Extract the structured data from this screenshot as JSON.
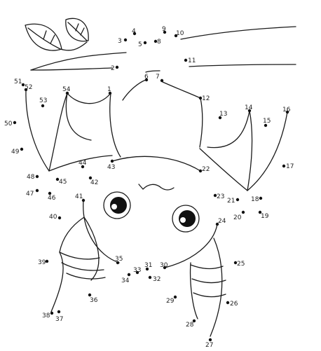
{
  "puzzle": {
    "dots": [
      {
        "n": "1"
      },
      {
        "n": "2"
      },
      {
        "n": "3"
      },
      {
        "n": "4"
      },
      {
        "n": "5"
      },
      {
        "n": "6"
      },
      {
        "n": "7"
      },
      {
        "n": "8"
      },
      {
        "n": "9"
      },
      {
        "n": "10"
      },
      {
        "n": "11"
      },
      {
        "n": "12"
      },
      {
        "n": "13"
      },
      {
        "n": "14"
      },
      {
        "n": "15"
      },
      {
        "n": "16"
      },
      {
        "n": "17"
      },
      {
        "n": "18"
      },
      {
        "n": "19"
      },
      {
        "n": "20"
      },
      {
        "n": "21"
      },
      {
        "n": "22"
      },
      {
        "n": "23"
      },
      {
        "n": "24"
      },
      {
        "n": "25"
      },
      {
        "n": "26"
      },
      {
        "n": "27"
      },
      {
        "n": "28"
      },
      {
        "n": "29"
      },
      {
        "n": "30"
      },
      {
        "n": "31"
      },
      {
        "n": "32"
      },
      {
        "n": "33"
      },
      {
        "n": "34"
      },
      {
        "n": "35"
      },
      {
        "n": "36"
      },
      {
        "n": "37"
      },
      {
        "n": "38"
      },
      {
        "n": "39"
      },
      {
        "n": "40"
      },
      {
        "n": "41"
      },
      {
        "n": "42"
      },
      {
        "n": "43"
      },
      {
        "n": "44"
      },
      {
        "n": "45"
      },
      {
        "n": "46"
      },
      {
        "n": "47"
      },
      {
        "n": "48"
      },
      {
        "n": "49"
      },
      {
        "n": "50"
      },
      {
        "n": "51"
      },
      {
        "n": "52"
      },
      {
        "n": "53"
      },
      {
        "n": "54"
      }
    ]
  },
  "colors": {
    "ink": "#1a1a1a",
    "background": "#ffffff"
  }
}
